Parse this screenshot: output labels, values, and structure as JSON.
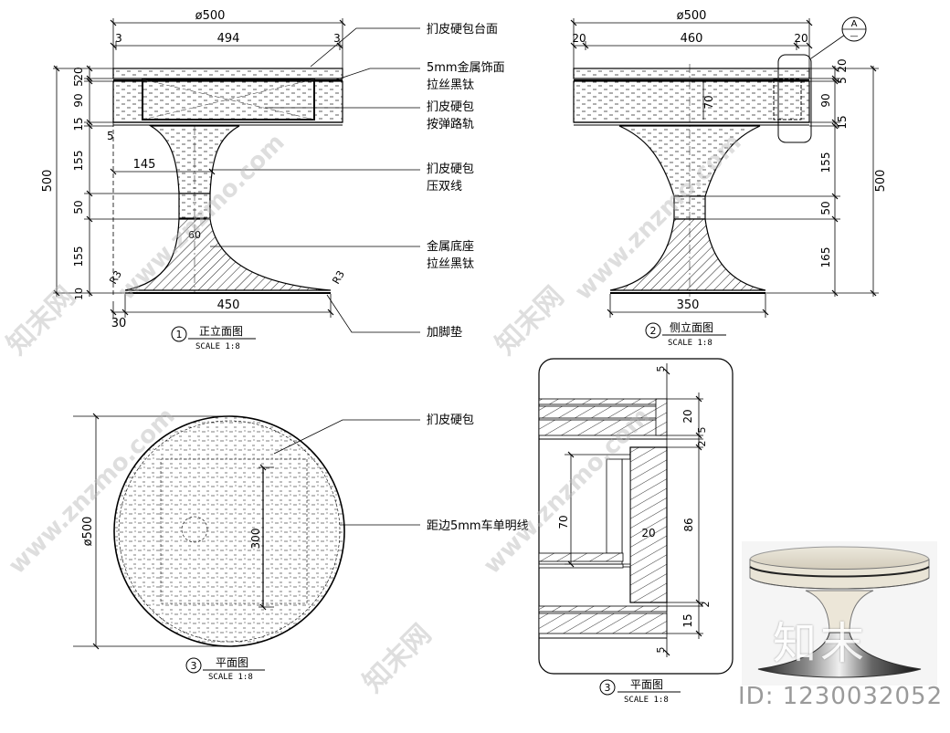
{
  "front_view": {
    "dims": {
      "top_diameter": "ø500",
      "inner_width": "494",
      "edge_left": "3",
      "edge_right": "3",
      "total_height": "500",
      "h20": "20",
      "h5": "5",
      "h90": "90",
      "h15": "15",
      "h155a": "155",
      "h50": "50",
      "h155b": "155",
      "h10": "10",
      "offset5": "5",
      "reach145": "145",
      "dia60": "60",
      "base_width": "450",
      "foot_offset": "30",
      "radius_left": "R3",
      "radius_right": "R3"
    },
    "callouts": [
      {
        "line1": "扪皮硬包台面",
        "line2": ""
      },
      {
        "line1": "5mm金属饰面",
        "line2": "拉丝黑钛"
      },
      {
        "line1": "扪皮硬包",
        "line2": "按弹路轨"
      },
      {
        "line1": "扪皮硬包",
        "line2": "压双线"
      },
      {
        "line1": "金属底座",
        "line2": "拉丝黑钛"
      },
      {
        "line1": "加脚垫",
        "line2": ""
      }
    ],
    "label": {
      "number": "1",
      "title": "正立面图",
      "scale": "SCALE 1:8"
    }
  },
  "side_view": {
    "dims": {
      "top_diameter": "ø500",
      "inner_width": "460",
      "edge_left": "20",
      "edge_right": "20",
      "total_height": "500",
      "h5": "5",
      "h20": "20",
      "h90": "90",
      "h15": "15",
      "h155": "155",
      "h50": "50",
      "h165": "165",
      "drawer": "70",
      "base_width": "350"
    },
    "detail_marker": {
      "letter": "A",
      "sub": "—"
    },
    "label": {
      "number": "2",
      "title": "侧立面图",
      "scale": "SCALE 1:8"
    }
  },
  "plan_view": {
    "dims": {
      "diameter": "ø500",
      "inner": "300"
    },
    "callouts": [
      {
        "line1": "扪皮硬包"
      },
      {
        "line1": "距边5mm车单明线"
      }
    ],
    "label": {
      "number": "3",
      "title": "平面图",
      "scale": "SCALE 1:8"
    }
  },
  "detail_view": {
    "dims": {
      "top5": "5",
      "d20": "20",
      "d2": "2",
      "d5": "5",
      "d70": "70",
      "d86": "86",
      "d20b": "20",
      "d2b": "2",
      "d15": "15",
      "bottom5": "5"
    },
    "label": {
      "number": "3",
      "title": "平面图",
      "scale": "SCALE 1:8"
    }
  },
  "watermarks": {
    "site": "www.znzmo.com",
    "brand_cn": "知末网",
    "brand_photo": "知末"
  },
  "image_id": "ID: 1230032052"
}
